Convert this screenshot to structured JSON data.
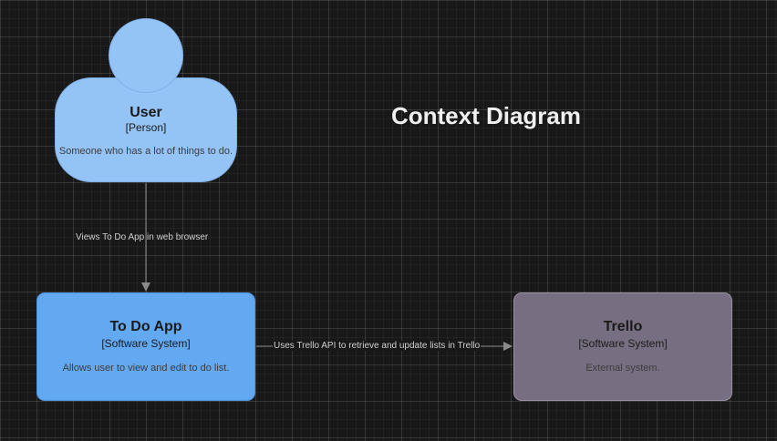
{
  "title": "Context Diagram",
  "elements": {
    "user": {
      "name": "User",
      "type": "[Person]",
      "description": "Someone who has a lot of things to do."
    },
    "todo_app": {
      "name": "To Do App",
      "type": "[Software System]",
      "description": "Allows user to view and edit to do list."
    },
    "trello": {
      "name": "Trello",
      "type": "[Software System]",
      "description": "External system."
    }
  },
  "relationships": {
    "user_to_app": "Views To Do App in web browser",
    "app_to_trello": "Uses Trello API to retrieve and update lists in Trello"
  },
  "colors": {
    "person": "#94c3f5",
    "internal_system": "#62a9f2",
    "external_system": "#786e82",
    "background": "#181818"
  }
}
